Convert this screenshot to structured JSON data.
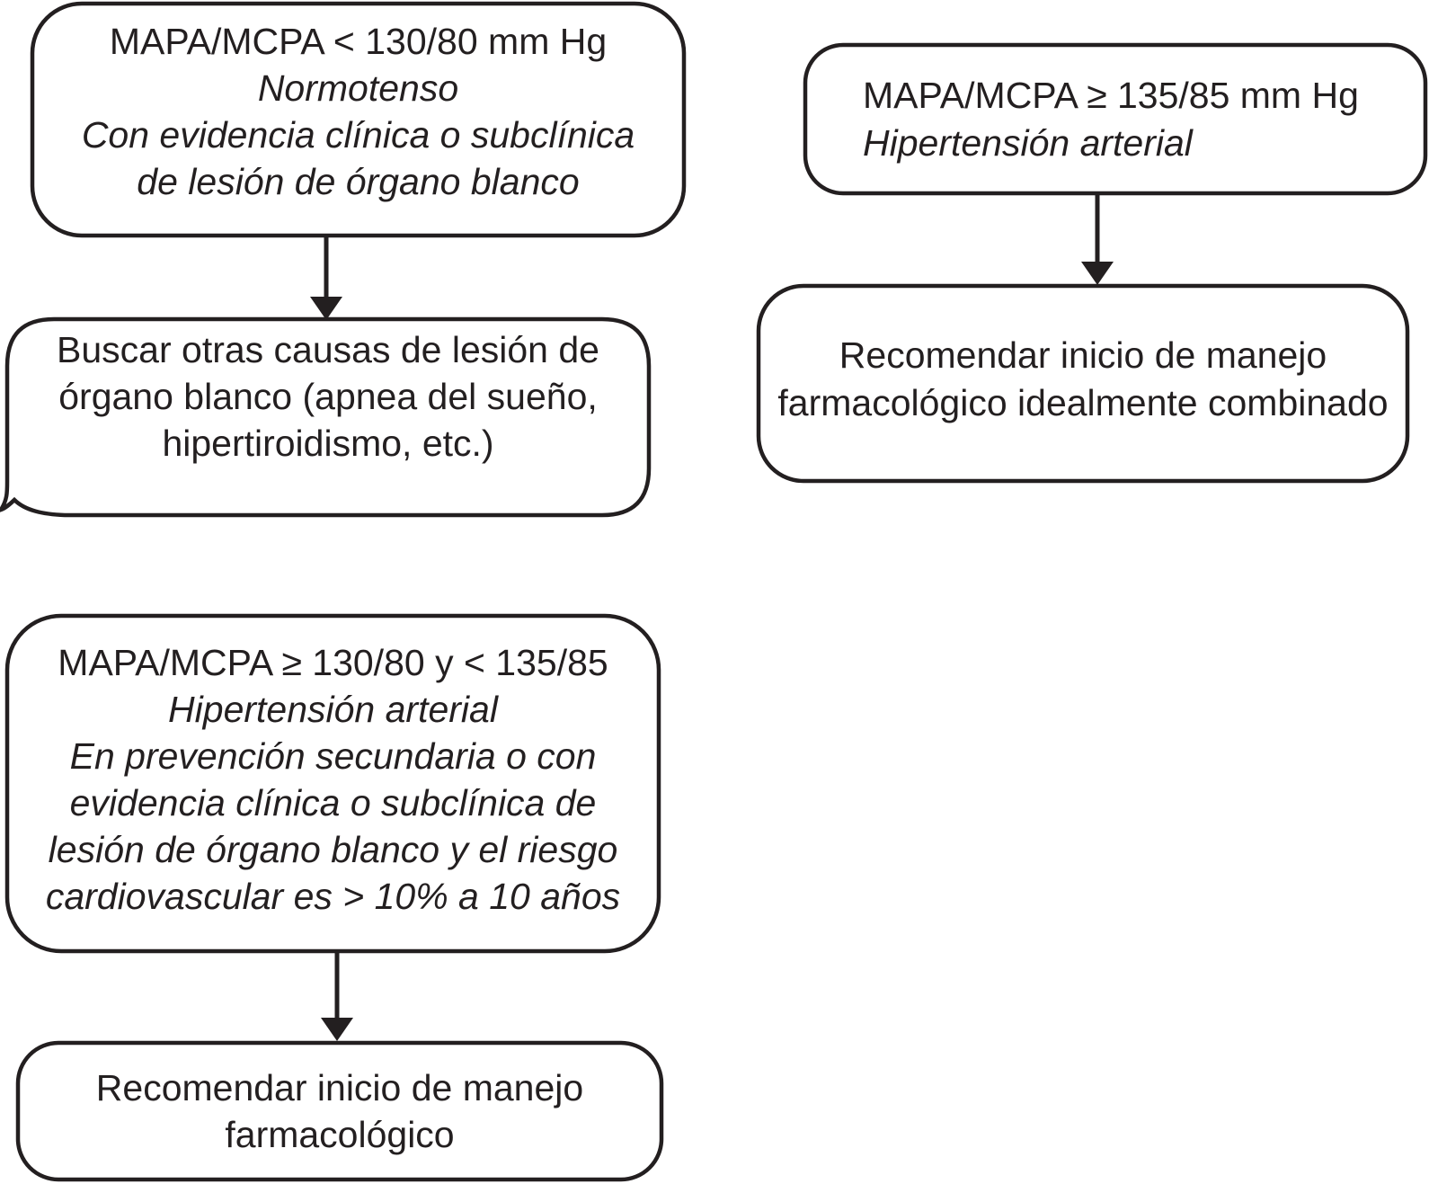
{
  "diagram": {
    "background": "#ffffff",
    "ink": "#231f20",
    "nodes": {
      "normotenso": {
        "lines": [
          "MAPA/MCPA < 130/80 mm Hg",
          "Normotenso",
          "Con evidencia clínica o subclínica",
          "de lesión de órgano blanco"
        ]
      },
      "hipertension_135_85": {
        "lines": [
          "MAPA/MCPA ≥ 135/85 mm Hg",
          "Hipertensión arterial"
        ]
      },
      "buscar_otras_causas": {
        "lines": [
          "Buscar otras causas de lesión de",
          "órgano blanco (apnea del sueño,",
          "hipertiroidismo, etc.)"
        ]
      },
      "manejo_combinado": {
        "lines": [
          "Recomendar inicio de manejo",
          "farmacológico idealmente combinado"
        ]
      },
      "hipertension_130_80": {
        "lines": [
          "MAPA/MCPA ≥ 130/80 y < 135/85",
          "Hipertensión arterial",
          "En prevención secundaria o con",
          "evidencia clínica o subclínica de",
          "lesión de órgano blanco y el riesgo",
          "cardiovascular es > 10% a 10 años"
        ]
      },
      "manejo_farmacologico": {
        "lines": [
          "Recomendar inicio de manejo",
          "farmacológico"
        ]
      }
    },
    "edges": [
      {
        "from": "normotenso",
        "to": "buscar_otras_causas"
      },
      {
        "from": "hipertension_135_85",
        "to": "manejo_combinado"
      },
      {
        "from": "hipertension_130_80",
        "to": "manejo_farmacologico"
      }
    ]
  }
}
